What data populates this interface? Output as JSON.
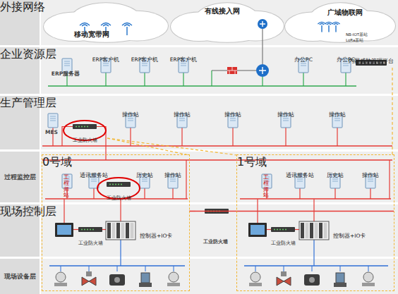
{
  "diagram": {
    "nodes": [
      {
        "text": [
          "外接网络"
        ]
      },
      {
        "text": [
          "企业资源层"
        ]
      },
      {
        "text": [
          "生产管理层"
        ]
      },
      {
        "text": [
          "过程监控层"
        ]
      },
      {
        "text": [
          "现场控制层"
        ]
      },
      {
        "text": [
          "现场设备层"
        ]
      },
      {
        "text": [
          "移动宽带网"
        ],
        "in": 0
      },
      {
        "text": [
          "有线接入网"
        ],
        "in": 0
      },
      {
        "text": [
          "广域物联网"
        ],
        "in": 0
      },
      {
        "text": [
          "ERP服务器"
        ],
        "in": 1
      },
      {
        "text": [
          "ERP客户机"
        ],
        "in": 1
      },
      {
        "text": [
          "ERP客户机"
        ],
        "in": 1
      },
      {
        "text": [
          "ERP客户机"
        ],
        "in": 1
      },
      {
        "text": [
          "办公PC"
        ],
        "in": 1
      },
      {
        "text": [
          "办公PC"
        ],
        "in": 1
      },
      {
        "text": [
          "内网威胁管理平台"
        ],
        "in": 1
      },
      {
        "text": [
          "MES"
        ],
        "in": 2
      },
      {
        "text": [
          "工业防火墙"
        ],
        "in": 2
      },
      {
        "text": [
          "操作站"
        ],
        "in": 2
      },
      {
        "text": [
          "操作站"
        ],
        "in": 2
      },
      {
        "text": [
          "操作站"
        ],
        "in": 2
      },
      {
        "text": [
          "操作站"
        ],
        "in": 2
      },
      {
        "text": [
          "操作站"
        ],
        "in": 2
      },
      {
        "text": [
          "0号域"
        ]
      },
      {
        "text": [
          "工程师站"
        ],
        "in": 23
      },
      {
        "text": [
          "通讯服务站"
        ],
        "in": 23
      },
      {
        "text": [
          "工业防火墙"
        ],
        "in": 23
      },
      {
        "text": [
          "历史站"
        ],
        "in": 23
      },
      {
        "text": [
          "操作站"
        ],
        "in": 23
      },
      {
        "text": [
          "工业防火墙"
        ],
        "in": 23
      },
      {
        "text": [
          "控制器+IO卡"
        ],
        "in": 23
      },
      {
        "text": [
          "1号域"
        ]
      },
      {
        "text": [
          "工程师站"
        ],
        "in": 31
      },
      {
        "text": [
          "通讯服务站"
        ],
        "in": 31
      },
      {
        "text": [
          "历史站"
        ],
        "in": 31
      },
      {
        "text": [
          "操作站"
        ],
        "in": 31
      },
      {
        "text": [
          "工业防火墙"
        ],
        "in": 31
      },
      {
        "text": [
          "控制器+IO卡"
        ],
        "in": 31
      },
      {
        "text": [
          "工业防火墙"
        ],
        "in": 4
      }
    ],
    "edges": [
      {
        "from": 38,
        "to": 23,
        "arrow": "none"
      },
      {
        "from": 38,
        "to": 31,
        "arrow": "none"
      }
    ],
    "labels": [
      "NB-IOT基站",
      "LoRa基站"
    ]
  }
}
